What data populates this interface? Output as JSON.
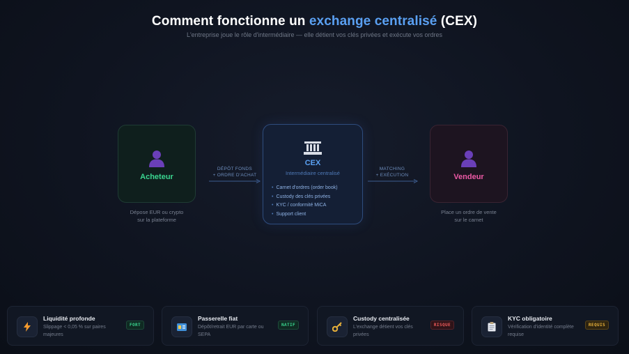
{
  "header": {
    "title_pre": "Comment fonctionne un ",
    "title_accent": "exchange centralisé",
    "title_post": " (CEX)",
    "subtitle": "L'entreprise joue le rôle d'intermédiaire — elle détient vos clés privées et exécute vos ordres"
  },
  "diagram": {
    "buyer": {
      "label": "Acheteur",
      "caption_line1": "Dépose EUR ou crypto",
      "caption_line2": "sur la plateforme"
    },
    "arrow1": {
      "line1": "DÉPÔT FONDS",
      "line2": "+ ORDRE D'ACHAT"
    },
    "cex": {
      "label": "CEX",
      "sublabel": "Intermédiaire centralisé",
      "items": [
        "Carnet d'ordres (order book)",
        "Custody des clés privées",
        "KYC / conformité MiCA",
        "Support client"
      ]
    },
    "arrow2": {
      "line1": "MATCHING",
      "line2": "+ EXÉCUTION"
    },
    "seller": {
      "label": "Vendeur",
      "caption_line1": "Place un ordre de vente",
      "caption_line2": "sur le carnet"
    }
  },
  "cards": [
    {
      "icon": "lightning-icon",
      "title": "Liquidité profonde",
      "desc": "Slippage < 0,05 % sur paires majeures",
      "badge": "FORT",
      "badge_color": "#3ad690"
    },
    {
      "icon": "id-card-icon",
      "title": "Passerelle fiat",
      "desc": "Dépôt/retrait EUR par carte ou SEPA",
      "badge": "NATIF",
      "badge_color": "#3ad690"
    },
    {
      "icon": "key-icon",
      "title": "Custody centralisée",
      "desc": "L'exchange détient vos clés privées",
      "badge": "RISQUE",
      "badge_color": "#ef5a5a"
    },
    {
      "icon": "clipboard-icon",
      "title": "KYC obligatoire",
      "desc": "Vérification d'identité complète requise",
      "badge": "REQUIS",
      "badge_color": "#e8b13a"
    }
  ],
  "colors": {
    "accent": "#5aa0f2",
    "buyer": "#3ad690",
    "seller": "#ee5aa6",
    "person": "#6a3fb8"
  }
}
